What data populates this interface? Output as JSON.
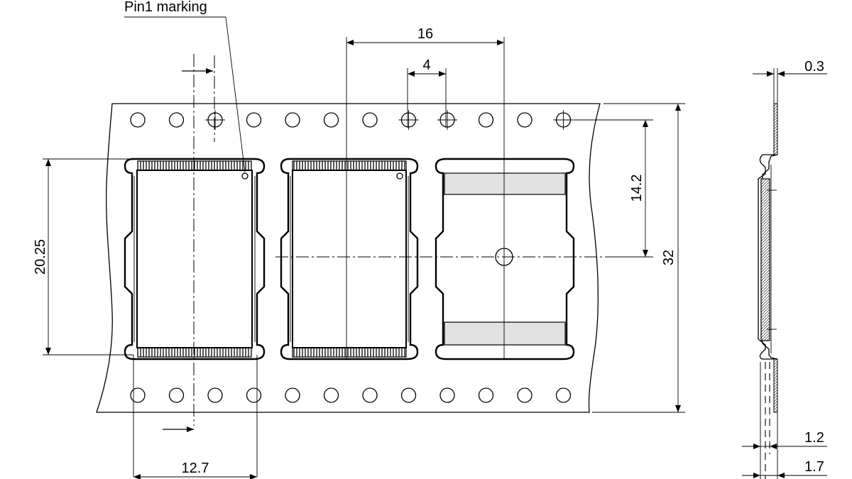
{
  "drawing": {
    "annotation": "Pin1 marking",
    "dimensions": {
      "pitch_total": "16",
      "hole_pitch": "4",
      "width_0_3": "0.3",
      "dim_14_2": "14.2",
      "tape_width": "32",
      "dim_20_25": "20.25",
      "dim_12_7": "12.7",
      "dim_1_2": "1.2",
      "dim_1_7": "1.7"
    },
    "parts_shown": 3
  }
}
